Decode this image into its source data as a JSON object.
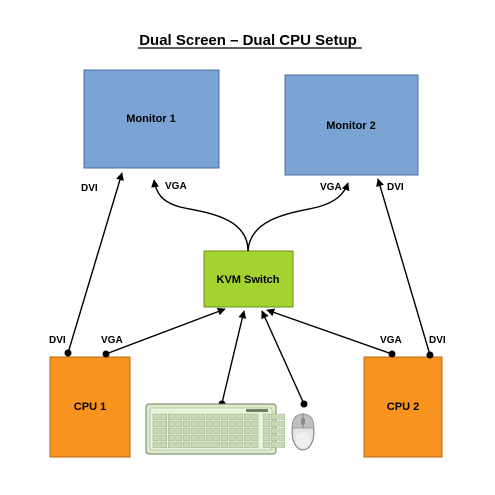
{
  "title": "Dual Screen – Dual CPU Setup",
  "nodes": {
    "monitor1": "Monitor 1",
    "monitor2": "Monitor 2",
    "kvm": "KVM Switch",
    "cpu1": "CPU 1",
    "cpu2": "CPU 2"
  },
  "connectors": {
    "dvi_m1": "DVI",
    "vga_m1": "VGA",
    "vga_m2": "VGA",
    "dvi_m2": "DVI",
    "dvi_cpu1": "DVI",
    "vga_cpu1": "VGA",
    "vga_cpu2": "VGA",
    "dvi_cpu2": "DVI"
  },
  "devices": {
    "keyboard": "keyboard-icon",
    "mouse": "mouse-icon"
  },
  "colors": {
    "monitor": "#7BA3D4",
    "kvm": "#A4D22E",
    "cpu": "#F7931E",
    "keyboard": "#DCEBC7"
  }
}
